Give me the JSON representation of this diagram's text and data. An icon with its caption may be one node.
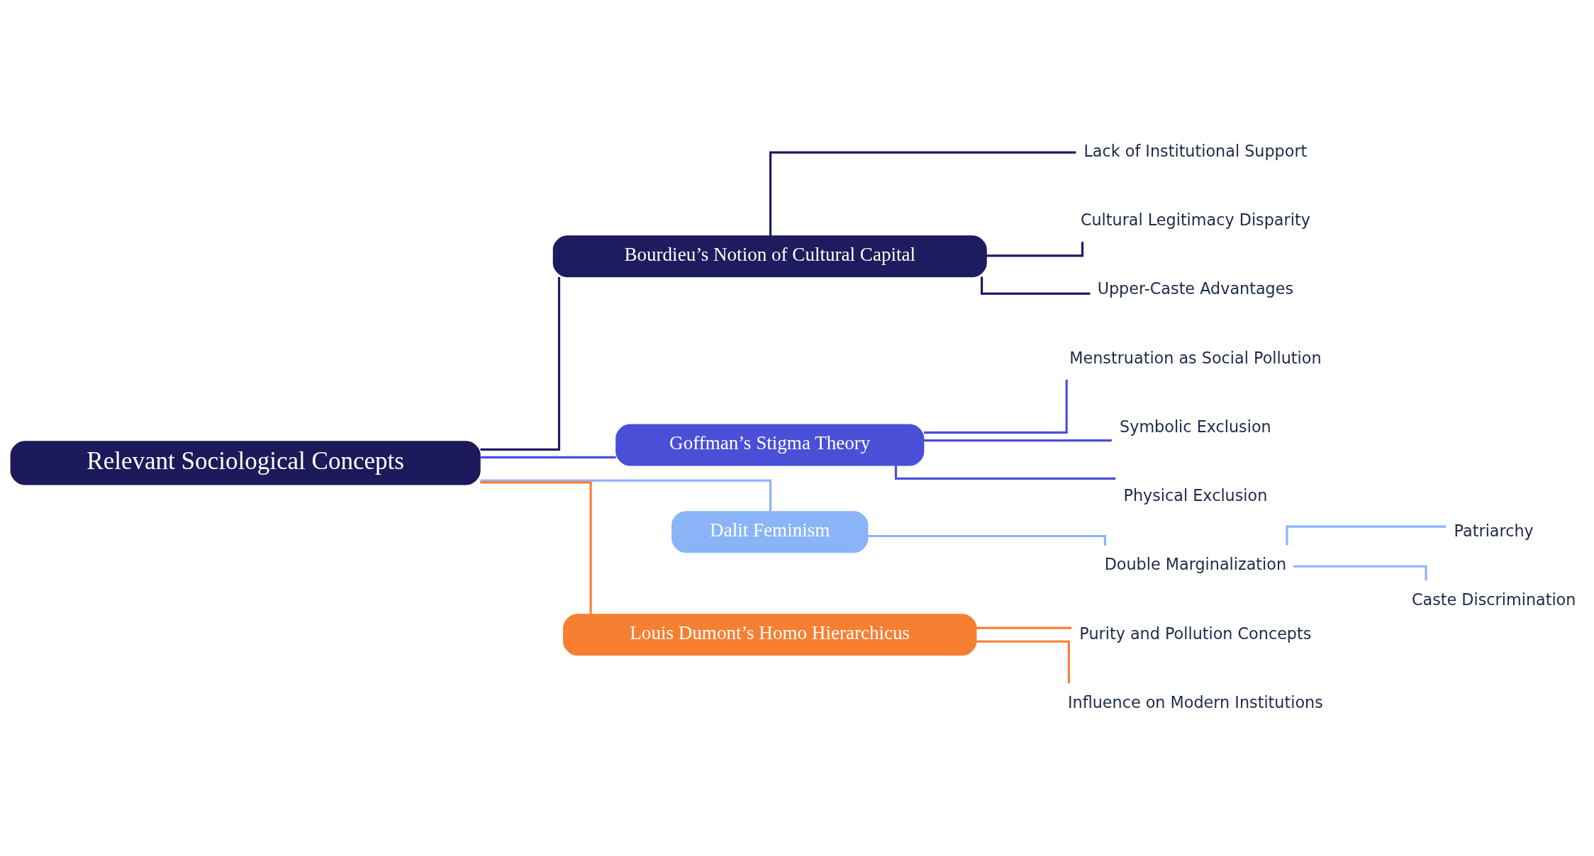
{
  "diagram": {
    "nodes": [
      {
        "text": [
          "Relevant Sociological Concepts"
        ]
      },
      {
        "text": [
          "Bourdieu’s Notion of Cultural Capital"
        ]
      },
      {
        "text": [
          "Lack of Institutional Support"
        ]
      },
      {
        "text": [
          "Cultural Legitimacy Disparity"
        ]
      },
      {
        "text": [
          "Upper-Caste Advantages"
        ]
      },
      {
        "text": [
          "Goffman’s Stigma Theory"
        ]
      },
      {
        "text": [
          "Menstruation as Social Pollution"
        ]
      },
      {
        "text": [
          "Symbolic Exclusion"
        ]
      },
      {
        "text": [
          "Physical Exclusion"
        ]
      },
      {
        "text": [
          "Dalit Feminism"
        ]
      },
      {
        "text": [
          "Double Marginalization"
        ]
      },
      {
        "text": [
          "Patriarchy"
        ]
      },
      {
        "text": [
          "Caste Discrimination"
        ]
      },
      {
        "text": [
          "Louis Dumont’s Homo Hierarchicus"
        ]
      },
      {
        "text": [
          "Purity and Pollution Concepts"
        ]
      },
      {
        "text": [
          "Influence on Modern Institutions"
        ]
      }
    ],
    "edges": [
      {
        "from": 0,
        "to": 1,
        "arrow": "none",
        "color": "#1e1b5e"
      },
      {
        "from": 0,
        "to": 5,
        "arrow": "none",
        "color": "#4a4fd8"
      },
      {
        "from": 0,
        "to": 9,
        "arrow": "none",
        "color": "#8ab4f8"
      },
      {
        "from": 0,
        "to": 13,
        "arrow": "none",
        "color": "#f77f31"
      },
      {
        "from": 1,
        "to": 2,
        "arrow": "none",
        "color": "#1e1b5e"
      },
      {
        "from": 1,
        "to": 3,
        "arrow": "none",
        "color": "#1e1b5e"
      },
      {
        "from": 1,
        "to": 4,
        "arrow": "none",
        "color": "#1e1b5e"
      },
      {
        "from": 5,
        "to": 6,
        "arrow": "none",
        "color": "#4a4fd8"
      },
      {
        "from": 5,
        "to": 7,
        "arrow": "none",
        "color": "#4a4fd8"
      },
      {
        "from": 5,
        "to": 8,
        "arrow": "none",
        "color": "#4a4fd8"
      },
      {
        "from": 9,
        "to": 10,
        "arrow": "none",
        "color": "#8ab4f8"
      },
      {
        "from": 10,
        "to": 11,
        "arrow": "none",
        "color": "#8ab4f8"
      },
      {
        "from": 10,
        "to": 12,
        "arrow": "none",
        "color": "#8ab4f8"
      },
      {
        "from": 13,
        "to": 14,
        "arrow": "none",
        "color": "#f77f31"
      },
      {
        "from": 13,
        "to": 15,
        "arrow": "none",
        "color": "#f77f31"
      }
    ]
  }
}
